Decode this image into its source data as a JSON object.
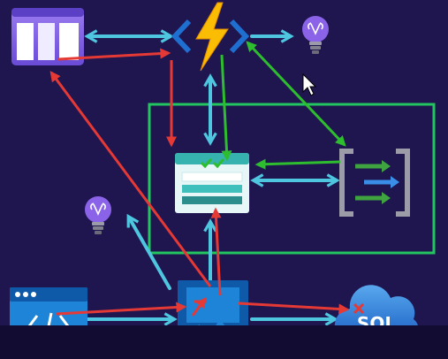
{
  "diagram": {
    "nodes": [
      {
        "id": "table-storage",
        "icon": "table-storage-icon"
      },
      {
        "id": "azure-function",
        "icon": "function-lightning-icon"
      },
      {
        "id": "insights-top",
        "icon": "lightbulb-icon"
      },
      {
        "id": "web-app",
        "icon": "web-app-icon"
      },
      {
        "id": "event-grid",
        "icon": "event-grid-icon"
      },
      {
        "id": "insights-left",
        "icon": "lightbulb-icon"
      },
      {
        "id": "browser-app",
        "icon": "browser-code-icon"
      },
      {
        "id": "api-gateway",
        "icon": "gateway-icon"
      },
      {
        "id": "sql-database",
        "icon": "sql-cloud-icon",
        "label": "SQL"
      }
    ],
    "highlight_box_color": "#22c55e",
    "colors": {
      "teal": "#4fc6e0",
      "red": "#e53935",
      "green": "#2ebd2e",
      "purple": "#7b5ce6",
      "azure_blue": "#1f6fd1",
      "background": "#1f1650"
    }
  }
}
